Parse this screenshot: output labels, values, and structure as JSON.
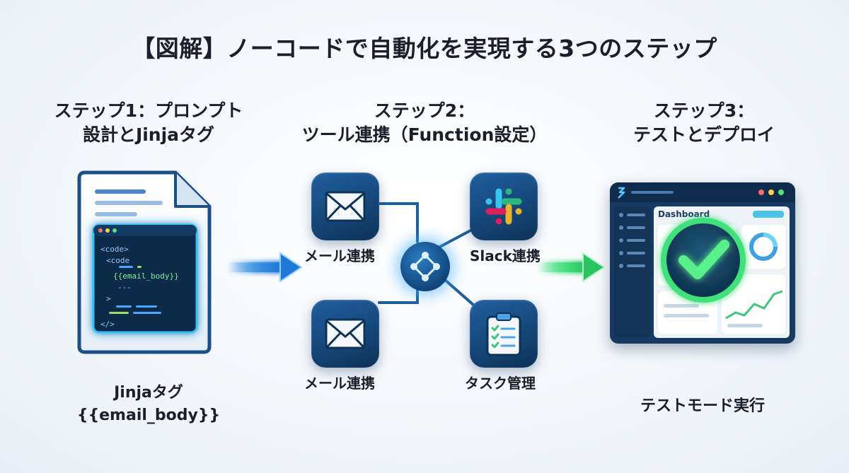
{
  "title": "【図解】ノーコードで自動化を実現する3つのステップ",
  "steps": [
    {
      "title_line1": "ステップ1：プロンプト",
      "title_line2": "設計とJinjaタグ"
    },
    {
      "title_line1": "ステップ2：",
      "title_line2": "ツール連携（Function設定）"
    },
    {
      "title_line1": "ステップ3：",
      "title_line2": "テストとデプロイ"
    }
  ],
  "step1": {
    "code_lines": [
      "<code>",
      "<code",
      "{{email_body}}",
      "---",
      ">",
      "</>"
    ],
    "caption_line1": "Jinjaタグ",
    "caption_line2": "{{email_body}}"
  },
  "step2": {
    "labels": {
      "mail_top": "メール連携",
      "slack": "Slack連携",
      "mail_bottom": "メール連携",
      "task": "タスク管理"
    }
  },
  "step3": {
    "dashboard_label": "Dashboard",
    "caption": "テストモード実行"
  },
  "colors": {
    "accent_blue": "#2f8be0",
    "accent_green": "#3fe07a",
    "tile_dark": "#0e3358"
  },
  "icons": [
    "document-icon",
    "arrow-right-icon",
    "mail-icon",
    "slack-icon",
    "hub-icon",
    "clipboard-checklist-icon",
    "dashboard-window-icon",
    "checkmark-icon"
  ]
}
